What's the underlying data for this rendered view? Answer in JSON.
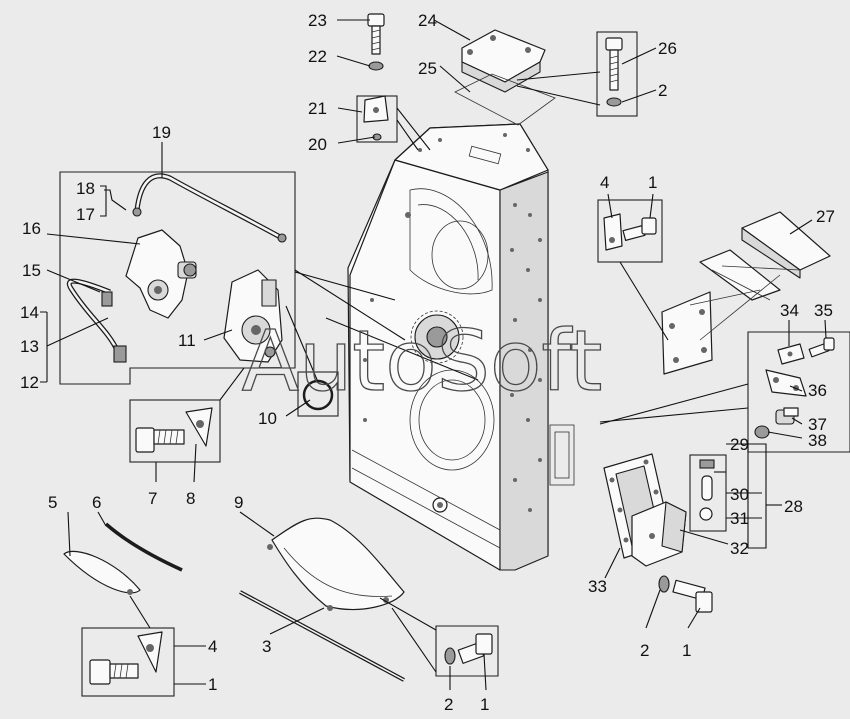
{
  "figure": {
    "watermark": "AutoSoft",
    "callouts": {
      "c1": "1",
      "c2": "2",
      "c3": "3",
      "c4": "4",
      "c5": "5",
      "c6": "6",
      "c7": "7",
      "c8": "8",
      "c9": "9",
      "c10": "10",
      "c11": "11",
      "c12": "12",
      "c13": "13",
      "c14": "14",
      "c15": "15",
      "c16": "16",
      "c17": "17",
      "c18": "18",
      "c19": "19",
      "c20": "20",
      "c21": "21",
      "c22": "22",
      "c23": "23",
      "c24": "24",
      "c25": "25",
      "c26": "26",
      "c27": "27",
      "c28": "28",
      "c29": "29",
      "c30": "30",
      "c31": "31",
      "c32": "32",
      "c33": "33",
      "c34": "34",
      "c35": "35",
      "c36": "36",
      "c37": "37",
      "c38": "38"
    }
  }
}
